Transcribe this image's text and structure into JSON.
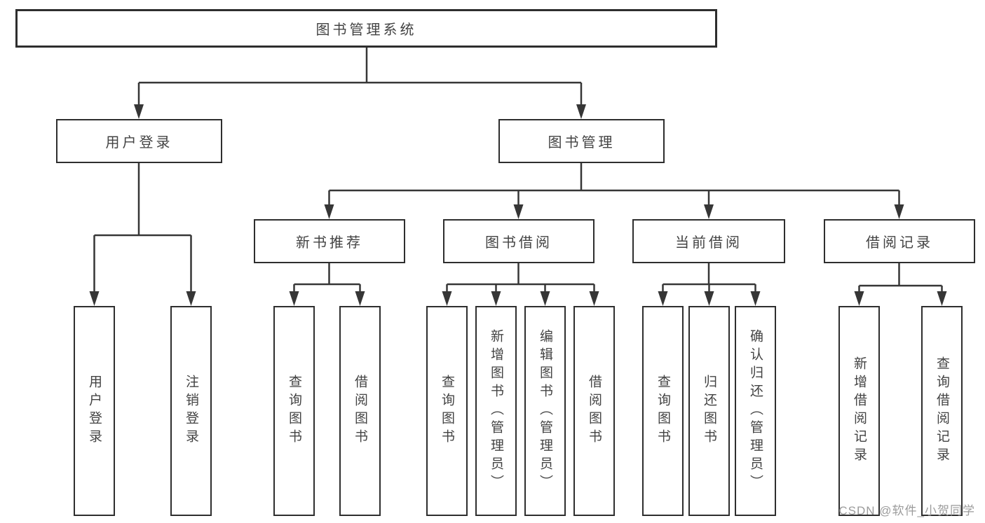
{
  "tree": {
    "label": "图书管理系统",
    "children": [
      {
        "label": "用户登录",
        "children": [
          {
            "label": "用户登录"
          },
          {
            "label": "注销登录"
          }
        ]
      },
      {
        "label": "图书管理",
        "children": [
          {
            "label": "新书推荐",
            "children": [
              {
                "label": "查询图书"
              },
              {
                "label": "借阅图书"
              }
            ]
          },
          {
            "label": "图书借阅",
            "children": [
              {
                "label": "查询图书"
              },
              {
                "label": "新增图书（管理员）"
              },
              {
                "label": "编辑图书（管理员）"
              },
              {
                "label": "借阅图书"
              }
            ]
          },
          {
            "label": "当前借阅",
            "children": [
              {
                "label": "查询图书"
              },
              {
                "label": "归还图书"
              },
              {
                "label": "确认归还（管理员）"
              }
            ]
          },
          {
            "label": "借阅记录",
            "children": [
              {
                "label": "新增借阅记录"
              },
              {
                "label": "查询借阅记录"
              }
            ]
          }
        ]
      }
    ]
  },
  "watermark": {
    "text": "CSDN @软件_小贺同学"
  },
  "colors": {
    "background": "#ffffff",
    "node_border": "#2e2e2e",
    "connector": "#363636",
    "node_text": "#434343",
    "watermark_text": "#9b9b9b"
  }
}
